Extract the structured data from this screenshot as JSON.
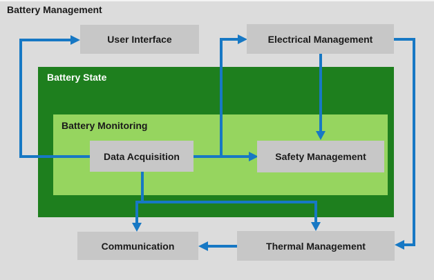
{
  "title": "Battery Management",
  "colors": {
    "background": "#dcdcdc",
    "box_fill": "#c7c7c7",
    "dark_green": "#1e7f1e",
    "light_green": "#96d55f",
    "arrow_blue": "#1778c4",
    "text": "#1a1a1a",
    "state_label": "#ffffff"
  },
  "containers": {
    "battery_state": {
      "label": "Battery State"
    },
    "battery_monitoring": {
      "label": "Battery Monitoring"
    }
  },
  "nodes": {
    "user_interface": {
      "label": "User Interface"
    },
    "electrical_management": {
      "label": "Electrical Management"
    },
    "data_acquisition": {
      "label": "Data Acquisition"
    },
    "safety_management": {
      "label": "Safety Management"
    },
    "communication": {
      "label": "Communication"
    },
    "thermal_management": {
      "label": "Thermal Management"
    }
  },
  "edges": [
    {
      "from": "data_acquisition",
      "to": "user_interface"
    },
    {
      "from": "data_acquisition",
      "to": "safety_management"
    },
    {
      "from": "data_acquisition",
      "to": "electrical_management"
    },
    {
      "from": "electrical_management",
      "to": "safety_management"
    },
    {
      "from": "electrical_management",
      "to": "thermal_management"
    },
    {
      "from": "data_acquisition",
      "to": "communication"
    },
    {
      "from": "data_acquisition",
      "to": "thermal_management"
    },
    {
      "from": "thermal_management",
      "to": "communication"
    }
  ]
}
